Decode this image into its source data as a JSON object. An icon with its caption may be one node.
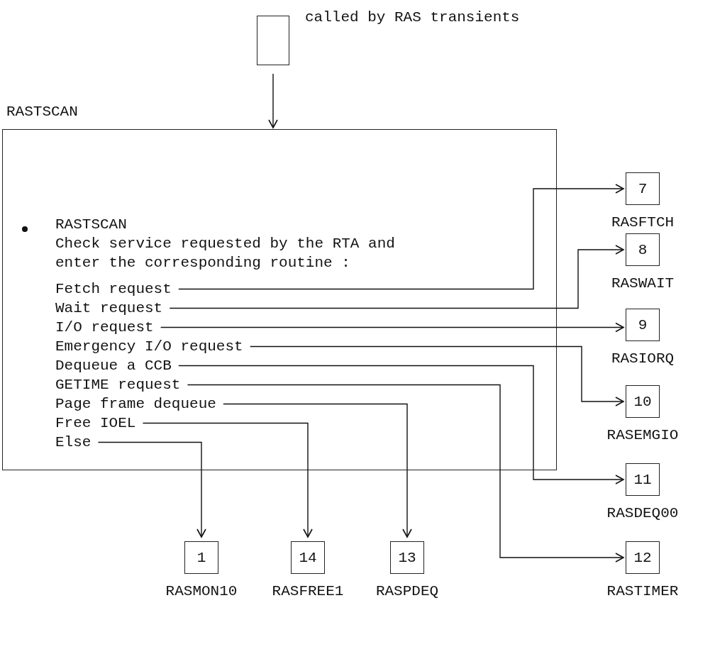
{
  "diagram": {
    "nodes": [
      {
        "text": [],
        "shape": "box",
        "beside": [
          "called by RAS transients"
        ]
      },
      {
        "text": [
          "RASTSCAN",
          "RASTSCAN",
          "Check service requested by the RTA and enter the corresponding routine :"
        ]
      },
      {
        "text": [
          "Fetch request"
        ],
        "in": 1
      },
      {
        "text": [
          "Wait request"
        ],
        "in": 1
      },
      {
        "text": [
          "I/O request"
        ],
        "in": 1
      },
      {
        "text": [
          "Emergency I/O request"
        ],
        "in": 1
      },
      {
        "text": [
          "Dequeue a CCB"
        ],
        "in": 1
      },
      {
        "text": [
          "GETIME request"
        ],
        "in": 1
      },
      {
        "text": [
          "Page frame dequeue"
        ],
        "in": 1
      },
      {
        "text": [
          "Free IOEL"
        ],
        "in": 1
      },
      {
        "text": [
          "Else"
        ],
        "in": 1
      },
      {
        "text": [
          "7"
        ],
        "beside": [
          "RASFTCH"
        ]
      },
      {
        "text": [
          "8"
        ],
        "beside": [
          "RASWAIT"
        ]
      },
      {
        "text": [
          "9"
        ],
        "beside": [
          "RASIORQ"
        ]
      },
      {
        "text": [
          "10"
        ],
        "beside": [
          "RASEMGIO"
        ]
      },
      {
        "text": [
          "11"
        ],
        "beside": [
          "RASDEQ00"
        ]
      },
      {
        "text": [
          "12"
        ],
        "beside": [
          "RASTIMER"
        ]
      },
      {
        "text": [
          "1"
        ],
        "beside": [
          "RASMON10"
        ]
      },
      {
        "text": [
          "14"
        ],
        "beside": [
          "RASFREE1"
        ]
      },
      {
        "text": [
          "13"
        ],
        "beside": [
          "RASPDEQ"
        ]
      }
    ],
    "edges": [
      {
        "from": 0,
        "to": 1,
        "arrow": "to"
      },
      {
        "from": 2,
        "to": 11,
        "arrow": "to"
      },
      {
        "from": 3,
        "to": 12,
        "arrow": "to"
      },
      {
        "from": 4,
        "to": 13,
        "arrow": "to"
      },
      {
        "from": 5,
        "to": 14,
        "arrow": "to"
      },
      {
        "from": 6,
        "to": 15,
        "arrow": "to"
      },
      {
        "from": 7,
        "to": 16,
        "arrow": "to"
      },
      {
        "from": 8,
        "to": 19,
        "arrow": "to"
      },
      {
        "from": 9,
        "to": 18,
        "arrow": "to"
      },
      {
        "from": 10,
        "to": 17,
        "arrow": "to"
      }
    ]
  }
}
